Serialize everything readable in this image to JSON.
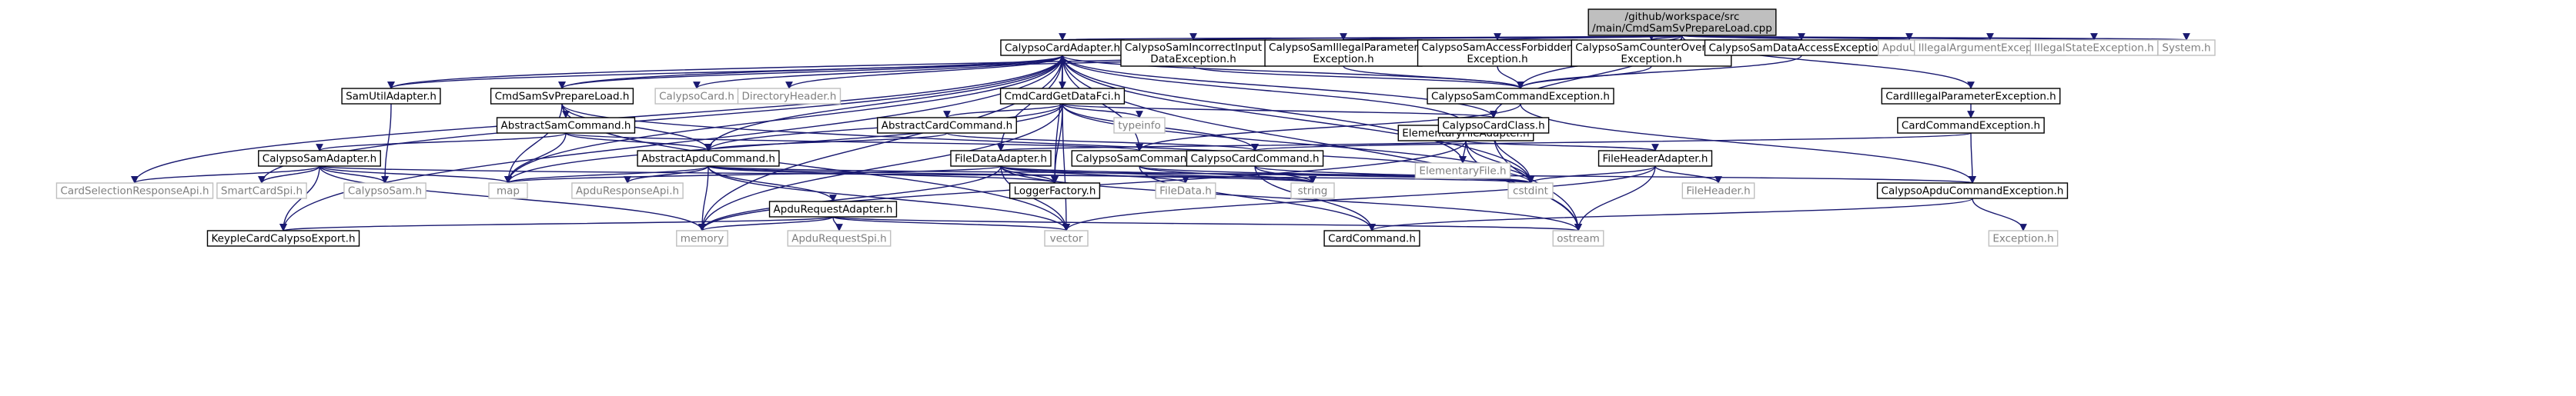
{
  "colors": {
    "edge": "#191970",
    "focus_fill": "#bfbfbf",
    "focus_stroke": "#000000",
    "documented_stroke": "#000000",
    "external_stroke": "#bfbfbf",
    "documented_text": "#000000",
    "external_text": "#7f7f7f"
  },
  "nodes": [
    {
      "id": "root",
      "label": "/github/workspace/src\n/main/CmdSamSvPrepareLoad.cpp",
      "kind": "focus"
    },
    {
      "id": "cca",
      "label": "CalypsoCardAdapter.h",
      "kind": "documented"
    },
    {
      "id": "csiie",
      "label": "CalypsoSamIncorrectInput\nDataException.h",
      "kind": "documented"
    },
    {
      "id": "csipe",
      "label": "CalypsoSamIllegalParameter\nException.h",
      "kind": "documented"
    },
    {
      "id": "csafe",
      "label": "CalypsoSamAccessForbidden\nException.h",
      "kind": "documented"
    },
    {
      "id": "csco",
      "label": "CalypsoSamCounterOverflow\nException.h",
      "kind": "documented"
    },
    {
      "id": "csdae",
      "label": "CalypsoSamDataAccessException.h",
      "kind": "documented"
    },
    {
      "id": "apduutil",
      "label": "ApduUtil.h",
      "kind": "external"
    },
    {
      "id": "iae",
      "label": "IllegalArgumentException.h",
      "kind": "external"
    },
    {
      "id": "ise",
      "label": "IllegalStateException.h",
      "kind": "external"
    },
    {
      "id": "system",
      "label": "System.h",
      "kind": "external"
    },
    {
      "id": "samutil",
      "label": "SamUtilAdapter.h",
      "kind": "documented"
    },
    {
      "id": "cmdsvpl",
      "label": "CmdSamSvPrepareLoad.h",
      "kind": "documented"
    },
    {
      "id": "calcard",
      "label": "CalypsoCard.h",
      "kind": "external"
    },
    {
      "id": "dirhdr",
      "label": "DirectoryHeader.h",
      "kind": "external"
    },
    {
      "id": "cgdf",
      "label": "CmdCardGetDataFci.h",
      "kind": "documented"
    },
    {
      "id": "efa",
      "label": "ElementaryFileAdapter.h",
      "kind": "documented"
    },
    {
      "id": "cscmde",
      "label": "CalypsoSamCommandException.h",
      "kind": "documented"
    },
    {
      "id": "cipe",
      "label": "CardIllegalParameterException.h",
      "kind": "documented"
    },
    {
      "id": "asc",
      "label": "AbstractSamCommand.h",
      "kind": "documented"
    },
    {
      "id": "acc",
      "label": "AbstractCardCommand.h",
      "kind": "documented"
    },
    {
      "id": "typeinfo",
      "label": "typeinfo",
      "kind": "external"
    },
    {
      "id": "ccc",
      "label": "CalypsoCardClass.h",
      "kind": "documented"
    },
    {
      "id": "cce",
      "label": "CardCommandException.h",
      "kind": "documented"
    },
    {
      "id": "csa",
      "label": "CalypsoSamAdapter.h",
      "kind": "documented"
    },
    {
      "id": "aac",
      "label": "AbstractApduCommand.h",
      "kind": "documented"
    },
    {
      "id": "fda",
      "label": "FileDataAdapter.h",
      "kind": "documented"
    },
    {
      "id": "csc",
      "label": "CalypsoSamCommand.h",
      "kind": "documented"
    },
    {
      "id": "ccmd",
      "label": "CalypsoCardCommand.h",
      "kind": "documented"
    },
    {
      "id": "fha",
      "label": "FileHeaderAdapter.h",
      "kind": "documented"
    },
    {
      "id": "ef",
      "label": "ElementaryFile.h",
      "kind": "external"
    },
    {
      "id": "csrapi",
      "label": "CardSelectionResponseApi.h",
      "kind": "external"
    },
    {
      "id": "scspi",
      "label": "SmartCardSpi.h",
      "kind": "external"
    },
    {
      "id": "calsam",
      "label": "CalypsoSam.h",
      "kind": "external"
    },
    {
      "id": "map",
      "label": "map",
      "kind": "external"
    },
    {
      "id": "arapi",
      "label": "ApduResponseApi.h",
      "kind": "external"
    },
    {
      "id": "lf",
      "label": "LoggerFactory.h",
      "kind": "documented"
    },
    {
      "id": "filedata",
      "label": "FileData.h",
      "kind": "external"
    },
    {
      "id": "string",
      "label": "string",
      "kind": "external"
    },
    {
      "id": "cstdint",
      "label": "cstdint",
      "kind": "external"
    },
    {
      "id": "fileheader",
      "label": "FileHeader.h",
      "kind": "external"
    },
    {
      "id": "cacmde",
      "label": "CalypsoApduCommandException.h",
      "kind": "documented"
    },
    {
      "id": "ara",
      "label": "ApduRequestAdapter.h",
      "kind": "documented"
    },
    {
      "id": "kcce",
      "label": "KeypleCardCalypsoExport.h",
      "kind": "documented"
    },
    {
      "id": "memory",
      "label": "memory",
      "kind": "external"
    },
    {
      "id": "arspi",
      "label": "ApduRequestSpi.h",
      "kind": "external"
    },
    {
      "id": "vector",
      "label": "vector",
      "kind": "external"
    },
    {
      "id": "cardcmd",
      "label": "CardCommand.h",
      "kind": "documented"
    },
    {
      "id": "ostream",
      "label": "ostream",
      "kind": "external"
    },
    {
      "id": "exception",
      "label": "Exception.h",
      "kind": "external"
    }
  ],
  "edges": [
    [
      "root",
      "cca"
    ],
    [
      "root",
      "csiie"
    ],
    [
      "root",
      "csipe"
    ],
    [
      "root",
      "csafe"
    ],
    [
      "root",
      "csco"
    ],
    [
      "root",
      "csdae"
    ],
    [
      "root",
      "apduutil"
    ],
    [
      "root",
      "iae"
    ],
    [
      "root",
      "ise"
    ],
    [
      "root",
      "system"
    ],
    [
      "root",
      "samutil"
    ],
    [
      "root",
      "cmdsvpl"
    ],
    [
      "root",
      "cipe"
    ],
    [
      "root",
      "ccc"
    ],
    [
      "root",
      "cscmde"
    ],
    [
      "cca",
      "samutil"
    ],
    [
      "cca",
      "cmdsvpl"
    ],
    [
      "cca",
      "calcard"
    ],
    [
      "cca",
      "dirhdr"
    ],
    [
      "cca",
      "cgdf"
    ],
    [
      "cca",
      "efa"
    ],
    [
      "cca",
      "cscmde"
    ],
    [
      "cca",
      "ccc"
    ],
    [
      "cca",
      "csrapi"
    ],
    [
      "cca",
      "scspi"
    ],
    [
      "cca",
      "kcce"
    ],
    [
      "cca",
      "memory"
    ],
    [
      "cca",
      "map"
    ],
    [
      "cca",
      "cstdint"
    ],
    [
      "cca",
      "ostream"
    ],
    [
      "cca",
      "aac"
    ],
    [
      "cca",
      "fda"
    ],
    [
      "cca",
      "lf"
    ],
    [
      "cca",
      "ef"
    ],
    [
      "cca",
      "csc"
    ],
    [
      "csiie",
      "cscmde"
    ],
    [
      "csipe",
      "cscmde"
    ],
    [
      "csafe",
      "cscmde"
    ],
    [
      "csco",
      "cscmde"
    ],
    [
      "csdae",
      "cscmde"
    ],
    [
      "samutil",
      "calsam"
    ],
    [
      "cmdsvpl",
      "asc"
    ],
    [
      "cmdsvpl",
      "aac"
    ],
    [
      "cmdsvpl",
      "map"
    ],
    [
      "cmdsvpl",
      "vector"
    ],
    [
      "cmdsvpl",
      "cstdint"
    ],
    [
      "cgdf",
      "cca"
    ],
    [
      "cgdf",
      "acc"
    ],
    [
      "cgdf",
      "typeinfo"
    ],
    [
      "cgdf",
      "ccc"
    ],
    [
      "cgdf",
      "ccmd"
    ],
    [
      "cgdf",
      "aac"
    ],
    [
      "cgdf",
      "map"
    ],
    [
      "cgdf",
      "memory"
    ],
    [
      "cgdf",
      "vector"
    ],
    [
      "cgdf",
      "lf"
    ],
    [
      "cgdf",
      "cstdint"
    ],
    [
      "efa",
      "fda"
    ],
    [
      "efa",
      "fha"
    ],
    [
      "efa",
      "ef"
    ],
    [
      "efa",
      "cstdint"
    ],
    [
      "efa",
      "ostream"
    ],
    [
      "efa",
      "memory"
    ],
    [
      "cscmde",
      "csc"
    ],
    [
      "cscmde",
      "cacmde"
    ],
    [
      "cipe",
      "cce"
    ],
    [
      "cce",
      "ccmd"
    ],
    [
      "cce",
      "cacmde"
    ],
    [
      "asc",
      "csa"
    ],
    [
      "asc",
      "aac"
    ],
    [
      "asc",
      "csc"
    ],
    [
      "asc",
      "map"
    ],
    [
      "acc",
      "aac"
    ],
    [
      "acc",
      "ccmd"
    ],
    [
      "ccc",
      "cstdint"
    ],
    [
      "ccc",
      "ostream"
    ],
    [
      "csa",
      "csrapi"
    ],
    [
      "csa",
      "scspi"
    ],
    [
      "csa",
      "calsam"
    ],
    [
      "csa",
      "kcce"
    ],
    [
      "csa",
      "map"
    ],
    [
      "csa",
      "memory"
    ],
    [
      "csa",
      "cstdint"
    ],
    [
      "aac",
      "map"
    ],
    [
      "aac",
      "arapi"
    ],
    [
      "aac",
      "lf"
    ],
    [
      "aac",
      "ara"
    ],
    [
      "aac",
      "memory"
    ],
    [
      "aac",
      "vector"
    ],
    [
      "aac",
      "cacmde"
    ],
    [
      "aac",
      "string"
    ],
    [
      "fda",
      "lf"
    ],
    [
      "fda",
      "filedata"
    ],
    [
      "fda",
      "string"
    ],
    [
      "fda",
      "cstdint"
    ],
    [
      "fda",
      "ostream"
    ],
    [
      "fda",
      "memory"
    ],
    [
      "fda",
      "vector"
    ],
    [
      "fda",
      "map"
    ],
    [
      "csc",
      "string"
    ],
    [
      "csc",
      "cardcmd"
    ],
    [
      "csc",
      "cstdint"
    ],
    [
      "ccmd",
      "string"
    ],
    [
      "ccmd",
      "cardcmd"
    ],
    [
      "ccmd",
      "cstdint"
    ],
    [
      "fha",
      "cstdint"
    ],
    [
      "fha",
      "fileheader"
    ],
    [
      "fha",
      "ostream"
    ],
    [
      "fha",
      "vector"
    ],
    [
      "cacmde",
      "cardcmd"
    ],
    [
      "cacmde",
      "exception"
    ],
    [
      "ara",
      "kcce"
    ],
    [
      "ara",
      "memory"
    ],
    [
      "ara",
      "arspi"
    ],
    [
      "ara",
      "vector"
    ],
    [
      "ara",
      "ostream"
    ]
  ]
}
